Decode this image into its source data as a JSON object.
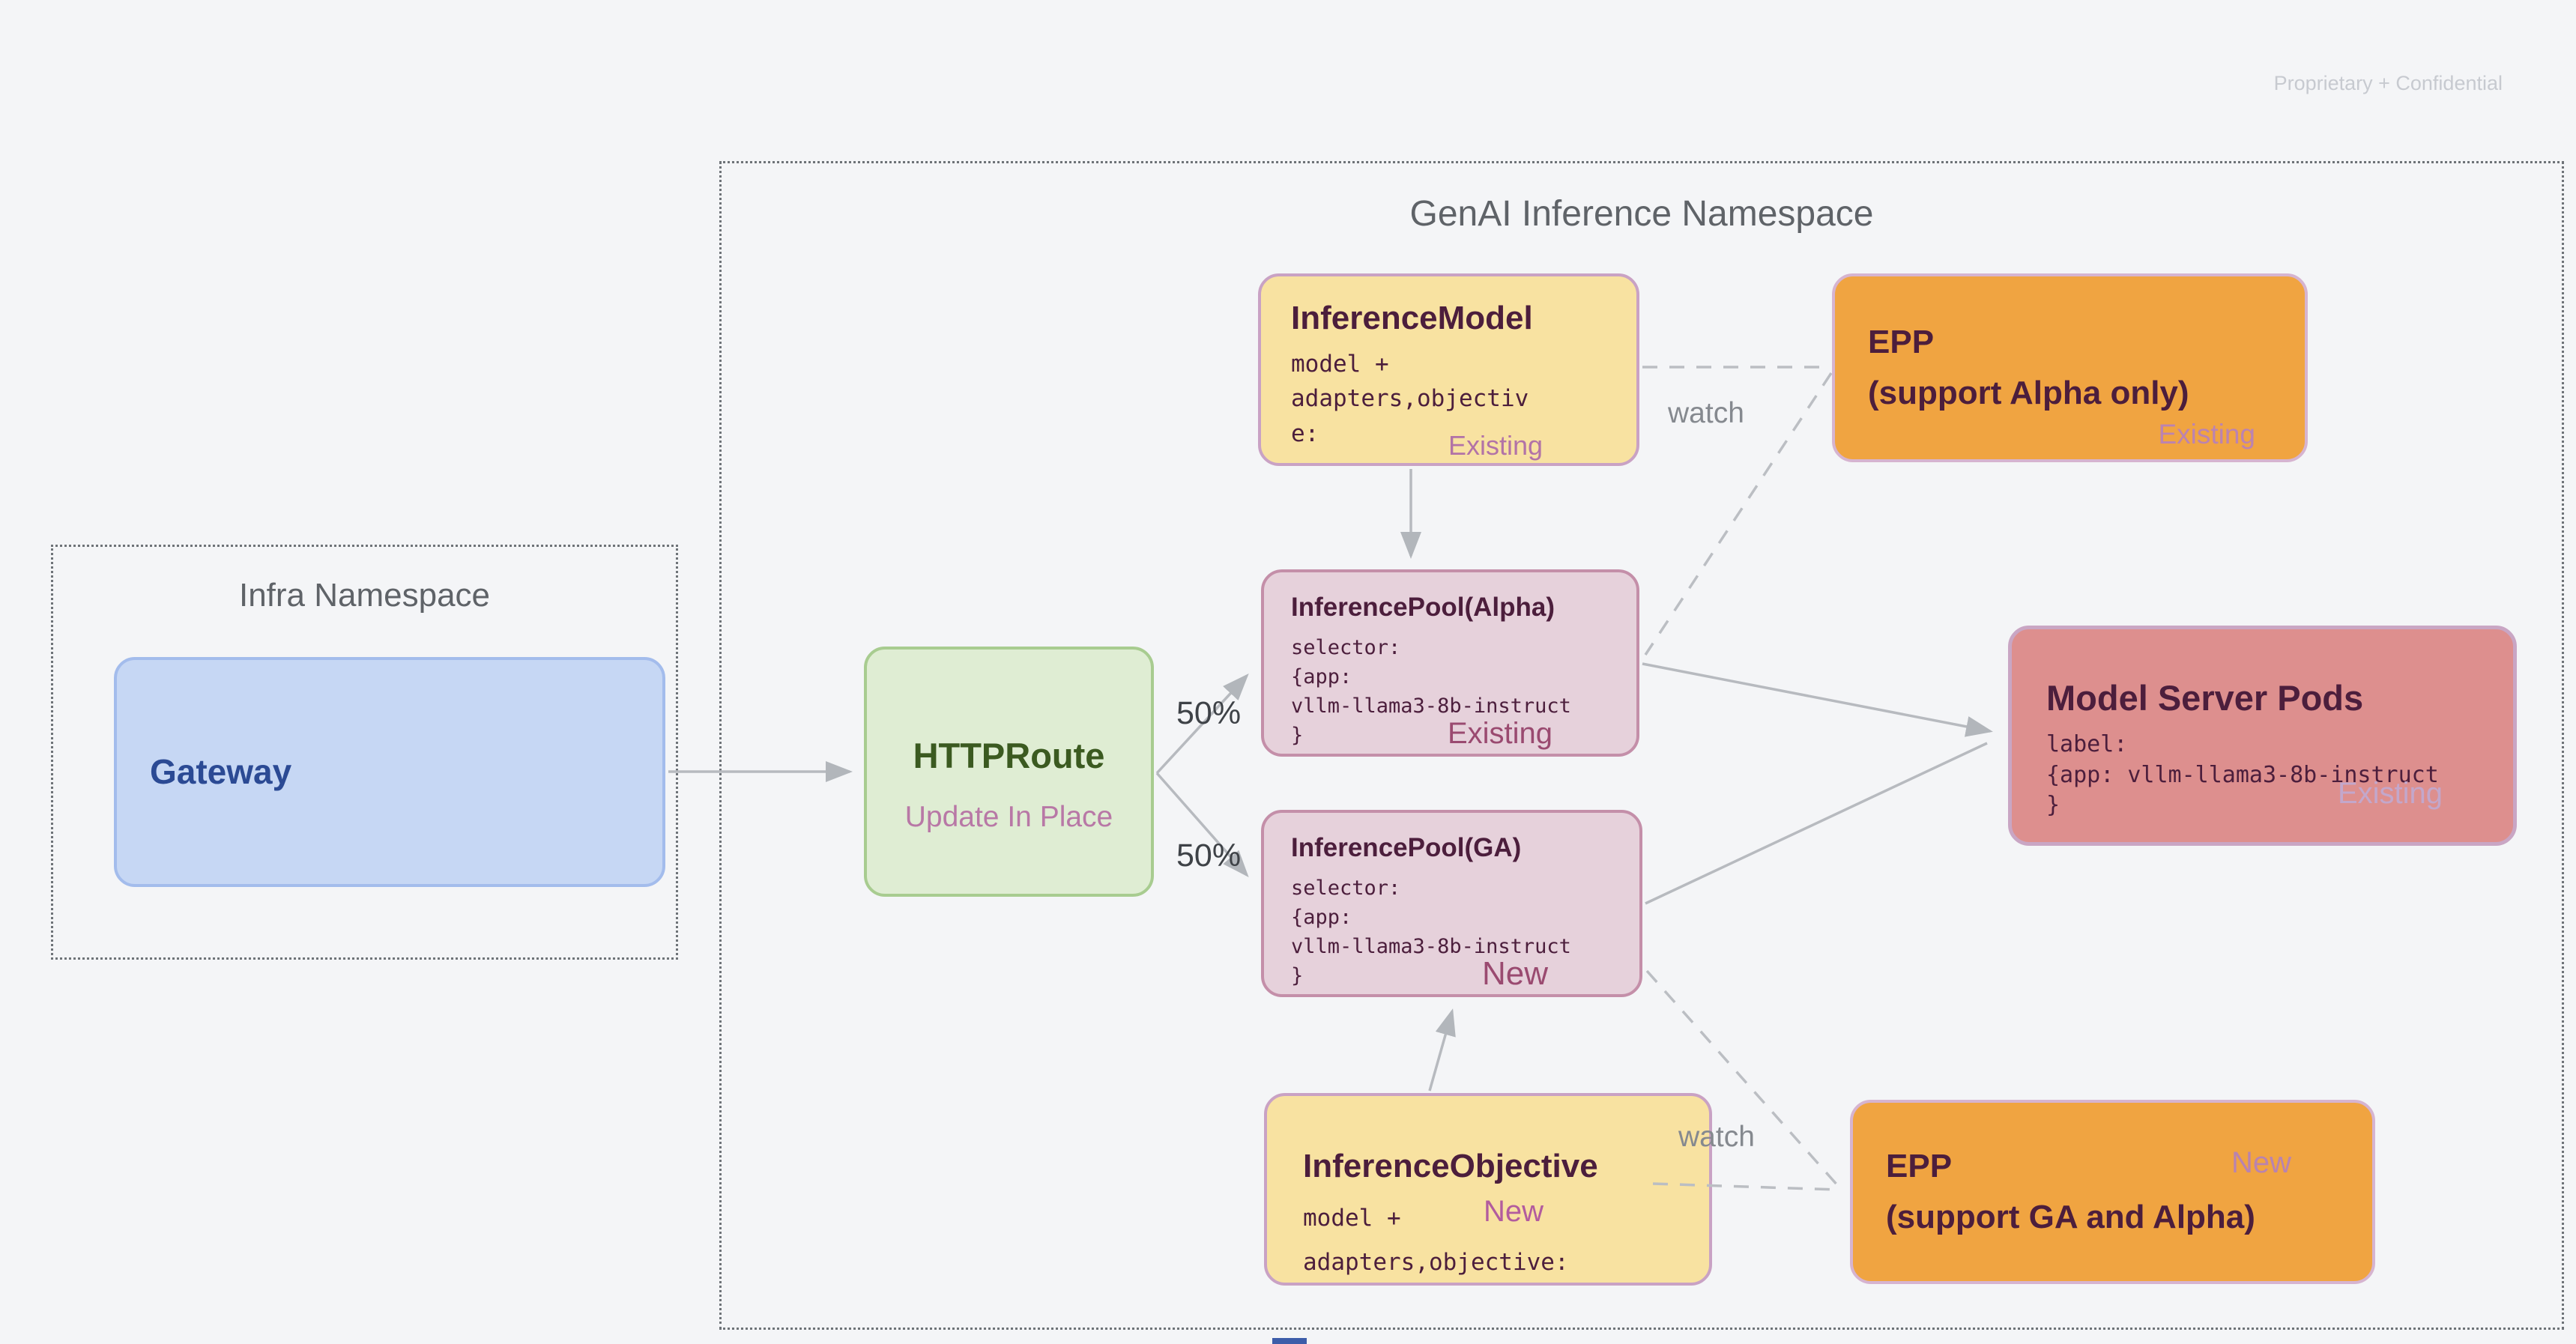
{
  "watermark": "Proprietary + Confidential",
  "infra": {
    "title": "Infra Namespace",
    "gateway": {
      "title": "Gateway"
    }
  },
  "genai": {
    "title": "GenAI Inference Namespace",
    "httproute": {
      "title": "HTTPRoute",
      "subtitle": "Update In Place"
    },
    "inference_model": {
      "title": "InferenceModel",
      "code": "model +\nadapters,objectiv\ne:",
      "status": "Existing"
    },
    "epp_alpha": {
      "title": "EPP\n(support Alpha only)",
      "status": "Existing"
    },
    "pool_alpha": {
      "title": "InferencePool(Alpha)",
      "code": "selector:\n{app:\nvllm-llama3-8b-instruct\n}",
      "status": "Existing"
    },
    "pool_ga": {
      "title": "InferencePool(GA)",
      "code": "selector:\n{app:\nvllm-llama3-8b-instruct\n}",
      "status": "New"
    },
    "pods": {
      "title": "Model Server Pods",
      "code": "label:\n{app: vllm-llama3-8b-instruct\n}",
      "status": "Existing"
    },
    "inference_objective": {
      "title": "InferenceObjective",
      "code": "model +\nadapters,objective:",
      "status": "New"
    },
    "epp_ga": {
      "title": "EPP\n(support GA and Alpha)",
      "status": "New"
    },
    "labels": {
      "route_alpha_pct": "50%",
      "route_ga_pct": "50%",
      "watch_top": "watch",
      "watch_bottom": "watch"
    }
  },
  "colors": {
    "background": "#f4f5f7",
    "yellow_fill": "#f8e2a1",
    "orange_fill": "#f0a441",
    "pool_fill": "#e6d1db",
    "pods_fill": "#dd8f8e",
    "green_fill": "#dfedd3",
    "blue_fill": "#c6d7f4",
    "maroon_text": "#4c1e3c",
    "green_text": "#3b5a20",
    "blue_text": "#2b4a94",
    "mauve_status": "#b273a7",
    "dark_pink_status": "#9a4a70",
    "line_gray": "#b7babf",
    "namespace_gray": "#5f6368"
  }
}
